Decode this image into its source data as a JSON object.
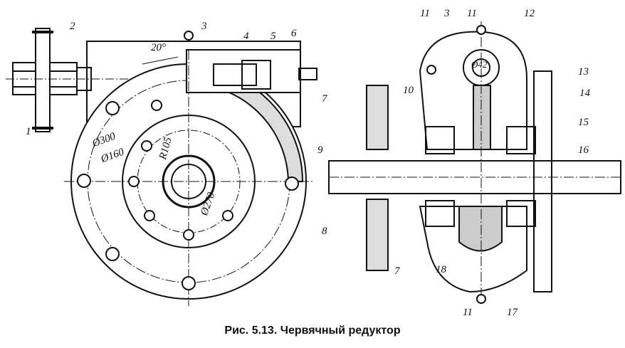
{
  "caption": "Рис. 5.13. Червячный редуктор",
  "labels": {
    "l2": "2",
    "l1": "1",
    "l3": "3",
    "l4": "4",
    "l5": "5",
    "l6": "6",
    "l7a": "7",
    "angle": "20°",
    "d300": "Ø300",
    "d160": "Ø160",
    "r105": "R105",
    "d270": "Ø270",
    "r11a": "11",
    "r3": "3",
    "r11b": "11",
    "r12": "12",
    "d42": "Ø42",
    "r13": "13",
    "r14": "14",
    "r15": "15",
    "r16": "16",
    "r10": "10",
    "r9": "9",
    "r8": "8",
    "r7": "7",
    "r18": "18",
    "r11c": "11",
    "r17": "17"
  }
}
